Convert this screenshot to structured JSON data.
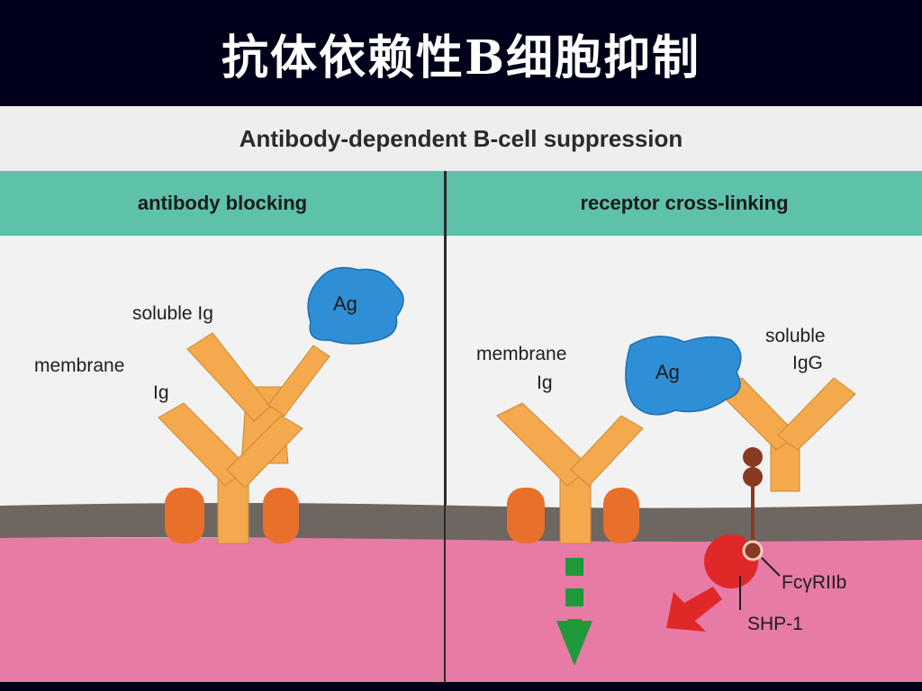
{
  "slide": {
    "title": "抗体依赖性B细胞抑制"
  },
  "figure": {
    "title": "Antibody-dependent B-cell suppression",
    "left_panel": {
      "heading": "antibody blocking",
      "labels": {
        "soluble": "soluble Ig",
        "membrane_1": "membrane",
        "membrane_2": "Ig",
        "antigen": "Ag"
      }
    },
    "right_panel": {
      "heading": "receptor cross-linking",
      "labels": {
        "membrane_1": "membrane",
        "membrane_2": "Ig",
        "soluble_1": "soluble",
        "soluble_2": "IgG",
        "antigen": "Ag",
        "receptor": "FcγRIIb",
        "phosphatase": "SHP-1"
      }
    }
  },
  "colors": {
    "background": "#000016",
    "header_teal": "#5ec1a9",
    "cytoplasm_pink": "#e87aa6",
    "membrane_gray": "#6e6660",
    "antibody_orange": "#f4a94c",
    "antigen_blue": "#2f8fd6",
    "channel_orange": "#e8702a",
    "arrow_green": "#1e9a3a",
    "shp1_red": "#e02828",
    "fc_receptor_brown": "#8a3a22"
  }
}
